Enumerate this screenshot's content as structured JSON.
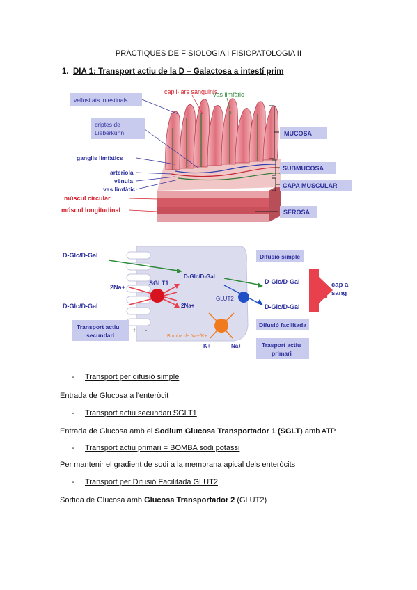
{
  "doc": {
    "title": "PRÀCTIQUES DE FISIOLOGIA I FISIOPATOLOGIA II",
    "heading_number": "1.",
    "heading": "DIA 1: Transport actiu de la D – Galactosa a intestí prim"
  },
  "figure1": {
    "labels": {
      "vellositats": "vellositats intestinals",
      "criptes": "criptes de Lieberkühn",
      "capillars": "capil·lars sanguinis",
      "vas_limfatic_top": "vas limfàtic",
      "ganglis": "ganglis limfàtics",
      "arteriola": "arteriola",
      "venula": "vènula",
      "vas_limfatic": "vas limfàtic",
      "muscul_circular": "múscul circular",
      "muscul_longitudinal": "múscul longitudinal"
    },
    "layers": {
      "mucosa": "MUCOSA",
      "submucosa": "SUBMUCOSA",
      "capa_muscular": "CAPA MUSCULAR",
      "serosa": "SEROSA"
    }
  },
  "figure2": {
    "dglc_in": "D-Glc/D-Gal",
    "dglc_mid": "D-Glc/D-Gal",
    "dglc_left": "D-Glc/D-Gal",
    "two_na_left": "2Na+",
    "sglt1": "SGLT1",
    "two_na_right": "2Na+",
    "glut2": "GLUT2",
    "dglc_out1": "D-Glc/D-Gal",
    "dglc_out2": "D-Glc/D-Gal",
    "difusio_simple": "Difusió simple",
    "difusio_facilitada": "Difusió facilitada",
    "transport_actiu_primari": "Trasport actiu primari",
    "transport_actiu_secundari": "Transport actiu secundari",
    "bomba": "Bomba de Na+/K+",
    "k": "K+",
    "na": "Na+",
    "cap_a_sang": "cap a sang",
    "plus": "+",
    "minus": "-"
  },
  "sections": [
    {
      "bullet": "Transport per difusió simple",
      "para": "Entrada de Glucosa a l'enteròcit"
    },
    {
      "bullet": "Transport actiu secundari SGLT1",
      "para_pre": "Entrada de Glucosa amb el ",
      "para_bold": "Sodium Glucosa Transportador 1 (SGLT",
      "para_post": ") amb ATP"
    },
    {
      "bullet": "Transport actiu primari = BOMBA sodi potassi",
      "para": "Per mantenir el gradient de sodi a la membrana apical dels enteròcits"
    },
    {
      "bullet": "Transport per Difusió Facilitada GLUT2",
      "para_pre": "Sortida de Glucosa amb ",
      "para_bold": "Glucosa Transportador 2",
      "para_post": " (GLUT2)"
    }
  ],
  "colors": {
    "label_box": "#c9cbee",
    "label_text_blue": "#2c2f9c",
    "red_label": "#d4202a",
    "green_label": "#2e8b3a",
    "tissue_pink": "#e58c96",
    "arrow_red": "#e8404c"
  }
}
